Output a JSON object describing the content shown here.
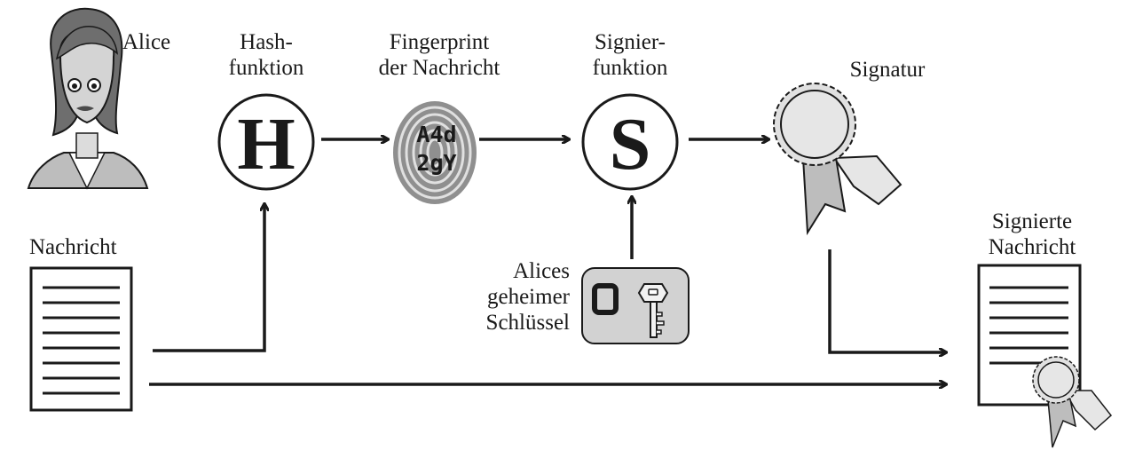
{
  "labels": {
    "alice": "Alice",
    "hash": [
      "Hash-",
      "funktion"
    ],
    "fingerprint": [
      "Fingerprint",
      "der Nachricht"
    ],
    "sign": [
      "Signier-",
      "funktion"
    ],
    "signature": "Signatur",
    "message": "Nachricht",
    "signed_message": [
      "Signierte",
      "Nachricht"
    ],
    "secret_key": [
      "Alices",
      "geheimer",
      "Schlüssel"
    ]
  },
  "symbols": {
    "hash_letter": "H",
    "sign_letter": "S",
    "fingerprint_code": [
      "A4d",
      "2gY"
    ],
    "keycard_letter": "O"
  },
  "icons": [
    "alice-portrait-icon",
    "document-icon",
    "fingerprint-icon",
    "keycard-icon",
    "key-icon",
    "rosette-icon",
    "signed-document-icon"
  ],
  "colors": {
    "ink": "#1a1a1a",
    "gray_fill": "#bdbdbd",
    "light_fill": "#e6e6e6",
    "hair": "#7a7a7a"
  }
}
